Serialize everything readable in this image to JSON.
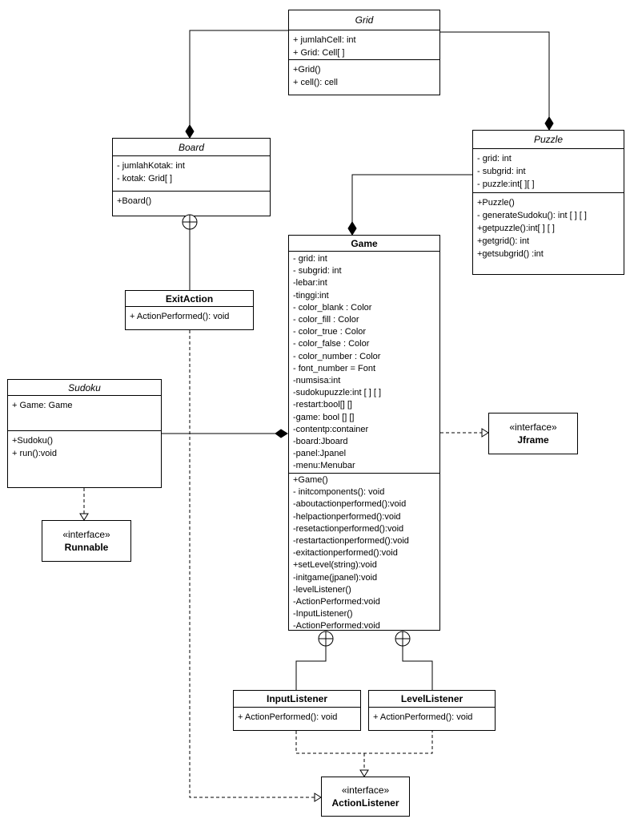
{
  "diagram": {
    "stereotype": "«interface»",
    "classes": {
      "grid": {
        "title": "Grid",
        "attributes": [
          "+ jumlahCell: int",
          "+ Grid: Cell[ ]"
        ],
        "methods": [
          "+Grid()",
          "+ cell(): cell"
        ]
      },
      "board": {
        "title": "Board",
        "attributes": [
          "- jumlahKotak: int",
          "- kotak: Grid[ ]"
        ],
        "methods": [
          "+Board()"
        ]
      },
      "puzzle": {
        "title": "Puzzle",
        "attributes": [
          "- grid: int",
          "- subgrid: int",
          "- puzzle:int[ ][ ]"
        ],
        "methods": [
          "+Puzzle()",
          "- generateSudoku(): int [ ] [ ]",
          "+getpuzzle():int[ ] [ ]",
          "+getgrid(): int",
          "+getsubgrid() :int"
        ]
      },
      "game": {
        "title": "Game",
        "attributes": [
          "- grid: int",
          "- subgrid: int",
          "-lebar:int",
          "-tinggi:int",
          "- color_blank : Color",
          "- color_fill : Color",
          "- color_true : Color",
          "- color_false : Color",
          "- color_number : Color",
          "- font_number = Font",
          "-numsisa:int",
          "-sudokupuzzle:int [ ] [ ]",
          "-restart:bool[] []",
          "-game: bool [] []",
          "-contentp:container",
          "-board:Jboard",
          "-panel:Jpanel",
          "-menu:Menubar"
        ],
        "methods": [
          "+Game()",
          "- initcomponents(): void",
          "-aboutactionperformed():void",
          "-helpactionperformed():void",
          "-resetactionperformed():void",
          "-restartactionperformed():void",
          "-exitactionperformed():void",
          "+setLevel(string):void",
          "-initgame(jpanel):void",
          "-levelListener()",
          "-ActionPerformed:void",
          "-InputListener()",
          "-ActionPerformed:void"
        ]
      },
      "exitaction": {
        "title": "ExitAction",
        "methods": [
          "+ ActionPerformed(): void"
        ]
      },
      "sudoku": {
        "title": "Sudoku",
        "attributes": [
          "+ Game: Game"
        ],
        "methods": [
          "+Sudoku()",
          "+ run():void"
        ]
      },
      "runnable": {
        "title": "Runnable"
      },
      "jframe": {
        "title": "Jframe"
      },
      "inputlistener": {
        "title": "InputListener",
        "methods": [
          "+ ActionPerformed(): void"
        ]
      },
      "levellistener": {
        "title": "LevelListener",
        "methods": [
          "+ ActionPerformed(): void"
        ]
      },
      "actionlistener": {
        "title": "ActionListener"
      }
    },
    "relationships": [
      {
        "from": "Grid",
        "to": "Board",
        "type": "composition"
      },
      {
        "from": "Grid",
        "to": "Puzzle",
        "type": "composition"
      },
      {
        "from": "Board",
        "to": "ExitAction",
        "type": "containment"
      },
      {
        "from": "Puzzle",
        "to": "Game",
        "type": "composition"
      },
      {
        "from": "Sudoku",
        "to": "Game",
        "type": "composition"
      },
      {
        "from": "Game",
        "to": "Jframe",
        "type": "realization"
      },
      {
        "from": "Game",
        "to": "InputListener",
        "type": "containment"
      },
      {
        "from": "Game",
        "to": "LevelListener",
        "type": "containment"
      },
      {
        "from": "Sudoku",
        "to": "Runnable",
        "type": "realization"
      },
      {
        "from": "InputListener",
        "to": "ActionListener",
        "type": "realization"
      },
      {
        "from": "LevelListener",
        "to": "ActionListener",
        "type": "realization"
      },
      {
        "from": "ExitAction",
        "to": "ActionListener",
        "type": "realization"
      }
    ],
    "colors": {
      "line": "#000000",
      "background": "#ffffff"
    }
  }
}
